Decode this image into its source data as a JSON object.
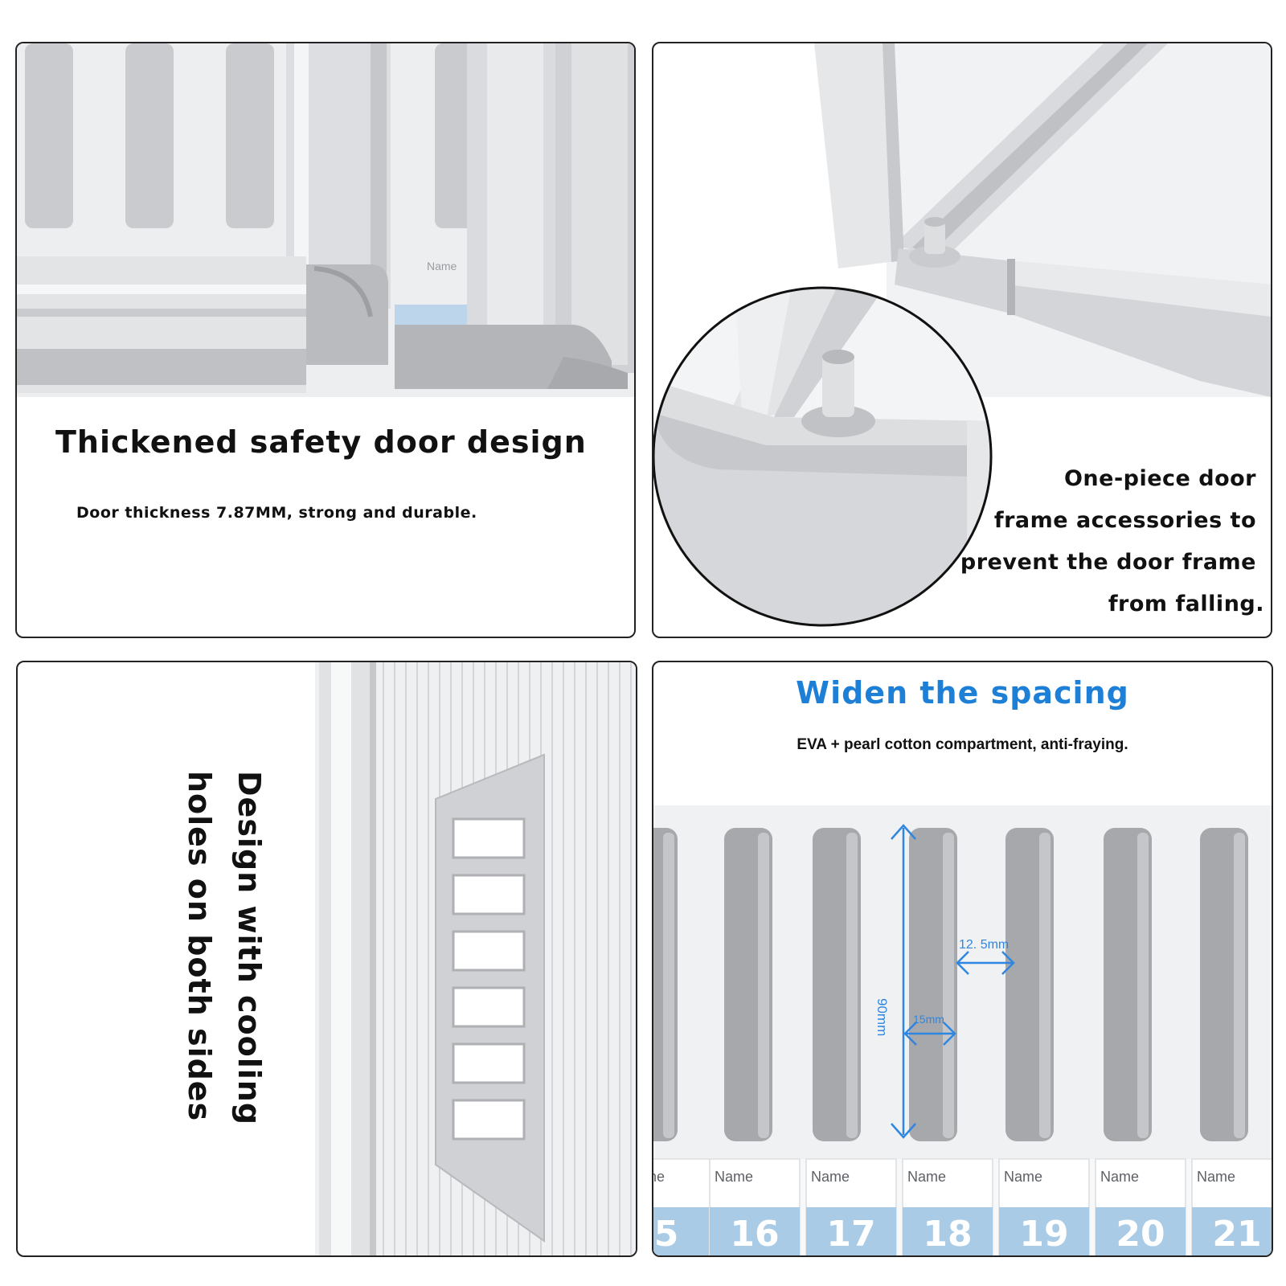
{
  "panel1": {
    "title": "Thickened safety door design",
    "subtitle": "Door thickness 7.87MM, strong and durable."
  },
  "panel2": {
    "caption_lines": [
      "One-piece door",
      "frame accessories to",
      "prevent the door frame",
      "from falling."
    ]
  },
  "panel3": {
    "vertical_lines": [
      "Design with cooling",
      "holes on both sides"
    ]
  },
  "panel4": {
    "title": "Widen the spacing",
    "subtitle": "EVA + pearl cotton compartment, anti-fraying.",
    "dim_height": "90mm",
    "dim_gap": "12. 5mm",
    "dim_width": "15mm",
    "slot_label": "Name",
    "slot_numbers": [
      "5",
      "16",
      "17",
      "18",
      "19",
      "20",
      "21"
    ],
    "accent_color": "#1e7fd6"
  },
  "colors": {
    "frame": "#d4d6d9",
    "number_tab": "#a9cbe6",
    "foam": "#a6a8ab"
  }
}
